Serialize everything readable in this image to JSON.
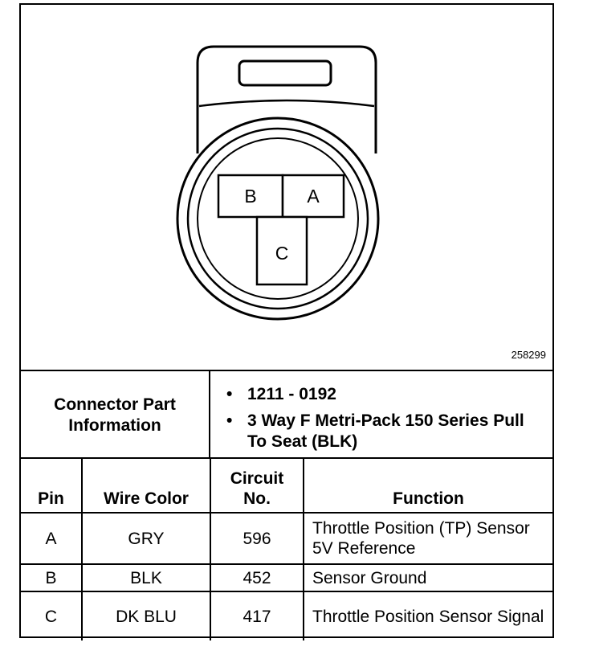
{
  "connector": {
    "pins": [
      "B",
      "A",
      "C"
    ],
    "figure_id": "258299"
  },
  "part_info": {
    "heading": "Connector Part Information",
    "items": [
      "1211 - 0192",
      "3 Way F Metri-Pack 150 Series Pull To Seat (BLK)"
    ]
  },
  "table": {
    "headers": [
      "Pin",
      "Wire Color",
      "Circuit No.",
      "Function"
    ],
    "rows": [
      {
        "pin": "A",
        "wire_color": "GRY",
        "circuit": "596",
        "function": "Throttle Position (TP) Sensor 5V Reference"
      },
      {
        "pin": "B",
        "wire_color": "BLK",
        "circuit": "452",
        "function": "Sensor Ground"
      },
      {
        "pin": "C",
        "wire_color": "DK BLU",
        "circuit": "417",
        "function": "Throttle Position Sensor Signal"
      }
    ]
  }
}
